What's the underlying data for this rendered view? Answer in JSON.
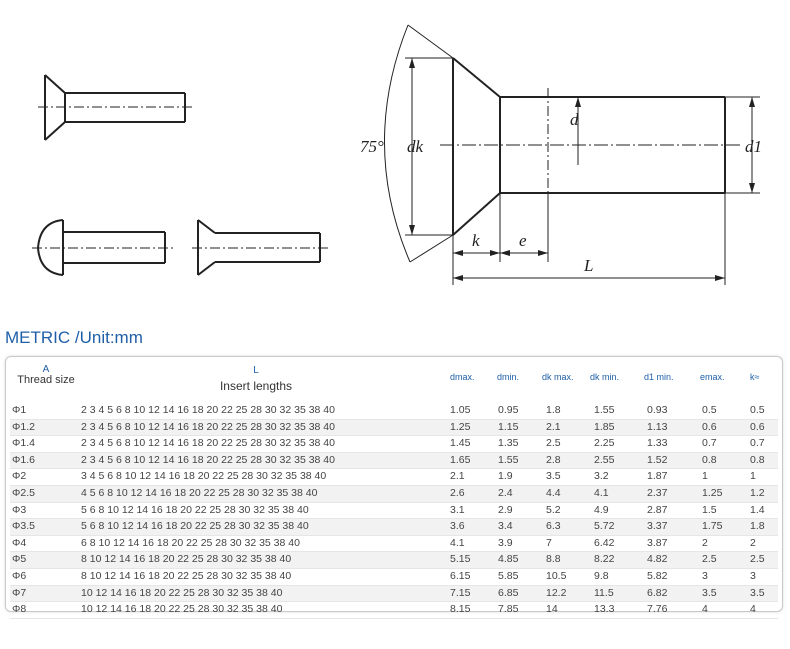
{
  "diagram": {
    "angle_label": "75°",
    "dk_label": "dk",
    "d_label": "d",
    "d1_label": "d1",
    "k_label": "k",
    "e_label": "e",
    "L_label": "L"
  },
  "section_title": "METRIC /Unit:mm",
  "table": {
    "head_a_key": "A",
    "head_a_text": "Thread size",
    "head_l_key": "L",
    "head_l_text": "Insert lengths",
    "col_dmax": "dmax.",
    "col_dmin": "dmin.",
    "col_dkmax": "dk max.",
    "col_dkmin": "dk min.",
    "col_d1": "d1 min.",
    "col_e": "emax.",
    "col_k": "k≈",
    "rows": [
      {
        "size": "Φ1",
        "lengths": "2  3  4  5  6  8  10  12  14  16  18  20  22  25  28  30  32  35  38  40",
        "dmax": "1.05",
        "dmin": "0.95",
        "dkmax": "1.8",
        "dkmin": "1.55",
        "d1": "0.93",
        "e": "0.5",
        "k": "0.5"
      },
      {
        "size": "Φ1.2",
        "lengths": "2  3  4  5  6  8  10  12  14  16  18  20  22  25  28  30  32  35  38  40",
        "dmax": "1.25",
        "dmin": "1.15",
        "dkmax": "2.1",
        "dkmin": "1.85",
        "d1": "1.13",
        "e": "0.6",
        "k": "0.6"
      },
      {
        "size": "Φ1.4",
        "lengths": "2  3  4  5  6  8  10  12  14  16  18  20  22  25  28  30  32  35  38  40",
        "dmax": "1.45",
        "dmin": "1.35",
        "dkmax": "2.5",
        "dkmin": "2.25",
        "d1": "1.33",
        "e": "0.7",
        "k": "0.7"
      },
      {
        "size": "Φ1.6",
        "lengths": "2  3  4  5  6  8  10  12  14  16  18  20  22  25  28  30  32  35  38  40",
        "dmax": "1.65",
        "dmin": "1.55",
        "dkmax": "2.8",
        "dkmin": "2.55",
        "d1": "1.52",
        "e": "0.8",
        "k": "0.8"
      },
      {
        "size": "Φ2",
        "lengths": "3  4  5  6  8  10  12  14  16  18  20  22  25  28  30  32  35  38  40",
        "dmax": "2.1",
        "dmin": "1.9",
        "dkmax": "3.5",
        "dkmin": "3.2",
        "d1": "1.87",
        "e": "1",
        "k": "1"
      },
      {
        "size": "Φ2.5",
        "lengths": "4  5  6  8  10  12  14  16  18  20  22  25  28  30  32  35  38  40",
        "dmax": "2.6",
        "dmin": "2.4",
        "dkmax": "4.4",
        "dkmin": "4.1",
        "d1": "2.37",
        "e": "1.25",
        "k": "1.2"
      },
      {
        "size": "Φ3",
        "lengths": "5  6  8  10  12  14  16  18  20  22  25  28  30  32  35  38  40",
        "dmax": "3.1",
        "dmin": "2.9",
        "dkmax": "5.2",
        "dkmin": "4.9",
        "d1": "2.87",
        "e": "1.5",
        "k": "1.4"
      },
      {
        "size": "Φ3.5",
        "lengths": "5  6  8  10  12  14  16  18  20  22  25  28  30  32  35  38  40",
        "dmax": "3.6",
        "dmin": "3.4",
        "dkmax": "6.3",
        "dkmin": "5.72",
        "d1": "3.37",
        "e": "1.75",
        "k": "1.8"
      },
      {
        "size": "Φ4",
        "lengths": "6  8  10  12  14  16  18  20  22  25  28  30  32  35  38  40",
        "dmax": "4.1",
        "dmin": "3.9",
        "dkmax": "7",
        "dkmin": "6.42",
        "d1": "3.87",
        "e": "2",
        "k": "2"
      },
      {
        "size": "Φ5",
        "lengths": "8  10  12  14  16  18  20  22  25  28  30  32  35  38  40",
        "dmax": "5.15",
        "dmin": "4.85",
        "dkmax": "8.8",
        "dkmin": "8.22",
        "d1": "4.82",
        "e": "2.5",
        "k": "2.5"
      },
      {
        "size": "Φ6",
        "lengths": "8  10  12  14  16  18  20  22  25  28  30  32  35  38  40",
        "dmax": "6.15",
        "dmin": "5.85",
        "dkmax": "10.5",
        "dkmin": "9.8",
        "d1": "5.82",
        "e": "3",
        "k": "3"
      },
      {
        "size": "Φ7",
        "lengths": "10  12  14  16  18  20  22  25  28  30  32  35  38  40",
        "dmax": "7.15",
        "dmin": "6.85",
        "dkmax": "12.2",
        "dkmin": "11.5",
        "d1": "6.82",
        "e": "3.5",
        "k": "3.5"
      },
      {
        "size": "Φ8",
        "lengths": "10  12  14  16  18  20  22  25  28  30  32  35  38  40",
        "dmax": "8.15",
        "dmin": "7.85",
        "dkmax": "14",
        "dkmin": "13.3",
        "d1": "7.76",
        "e": "4",
        "k": "4"
      }
    ]
  }
}
